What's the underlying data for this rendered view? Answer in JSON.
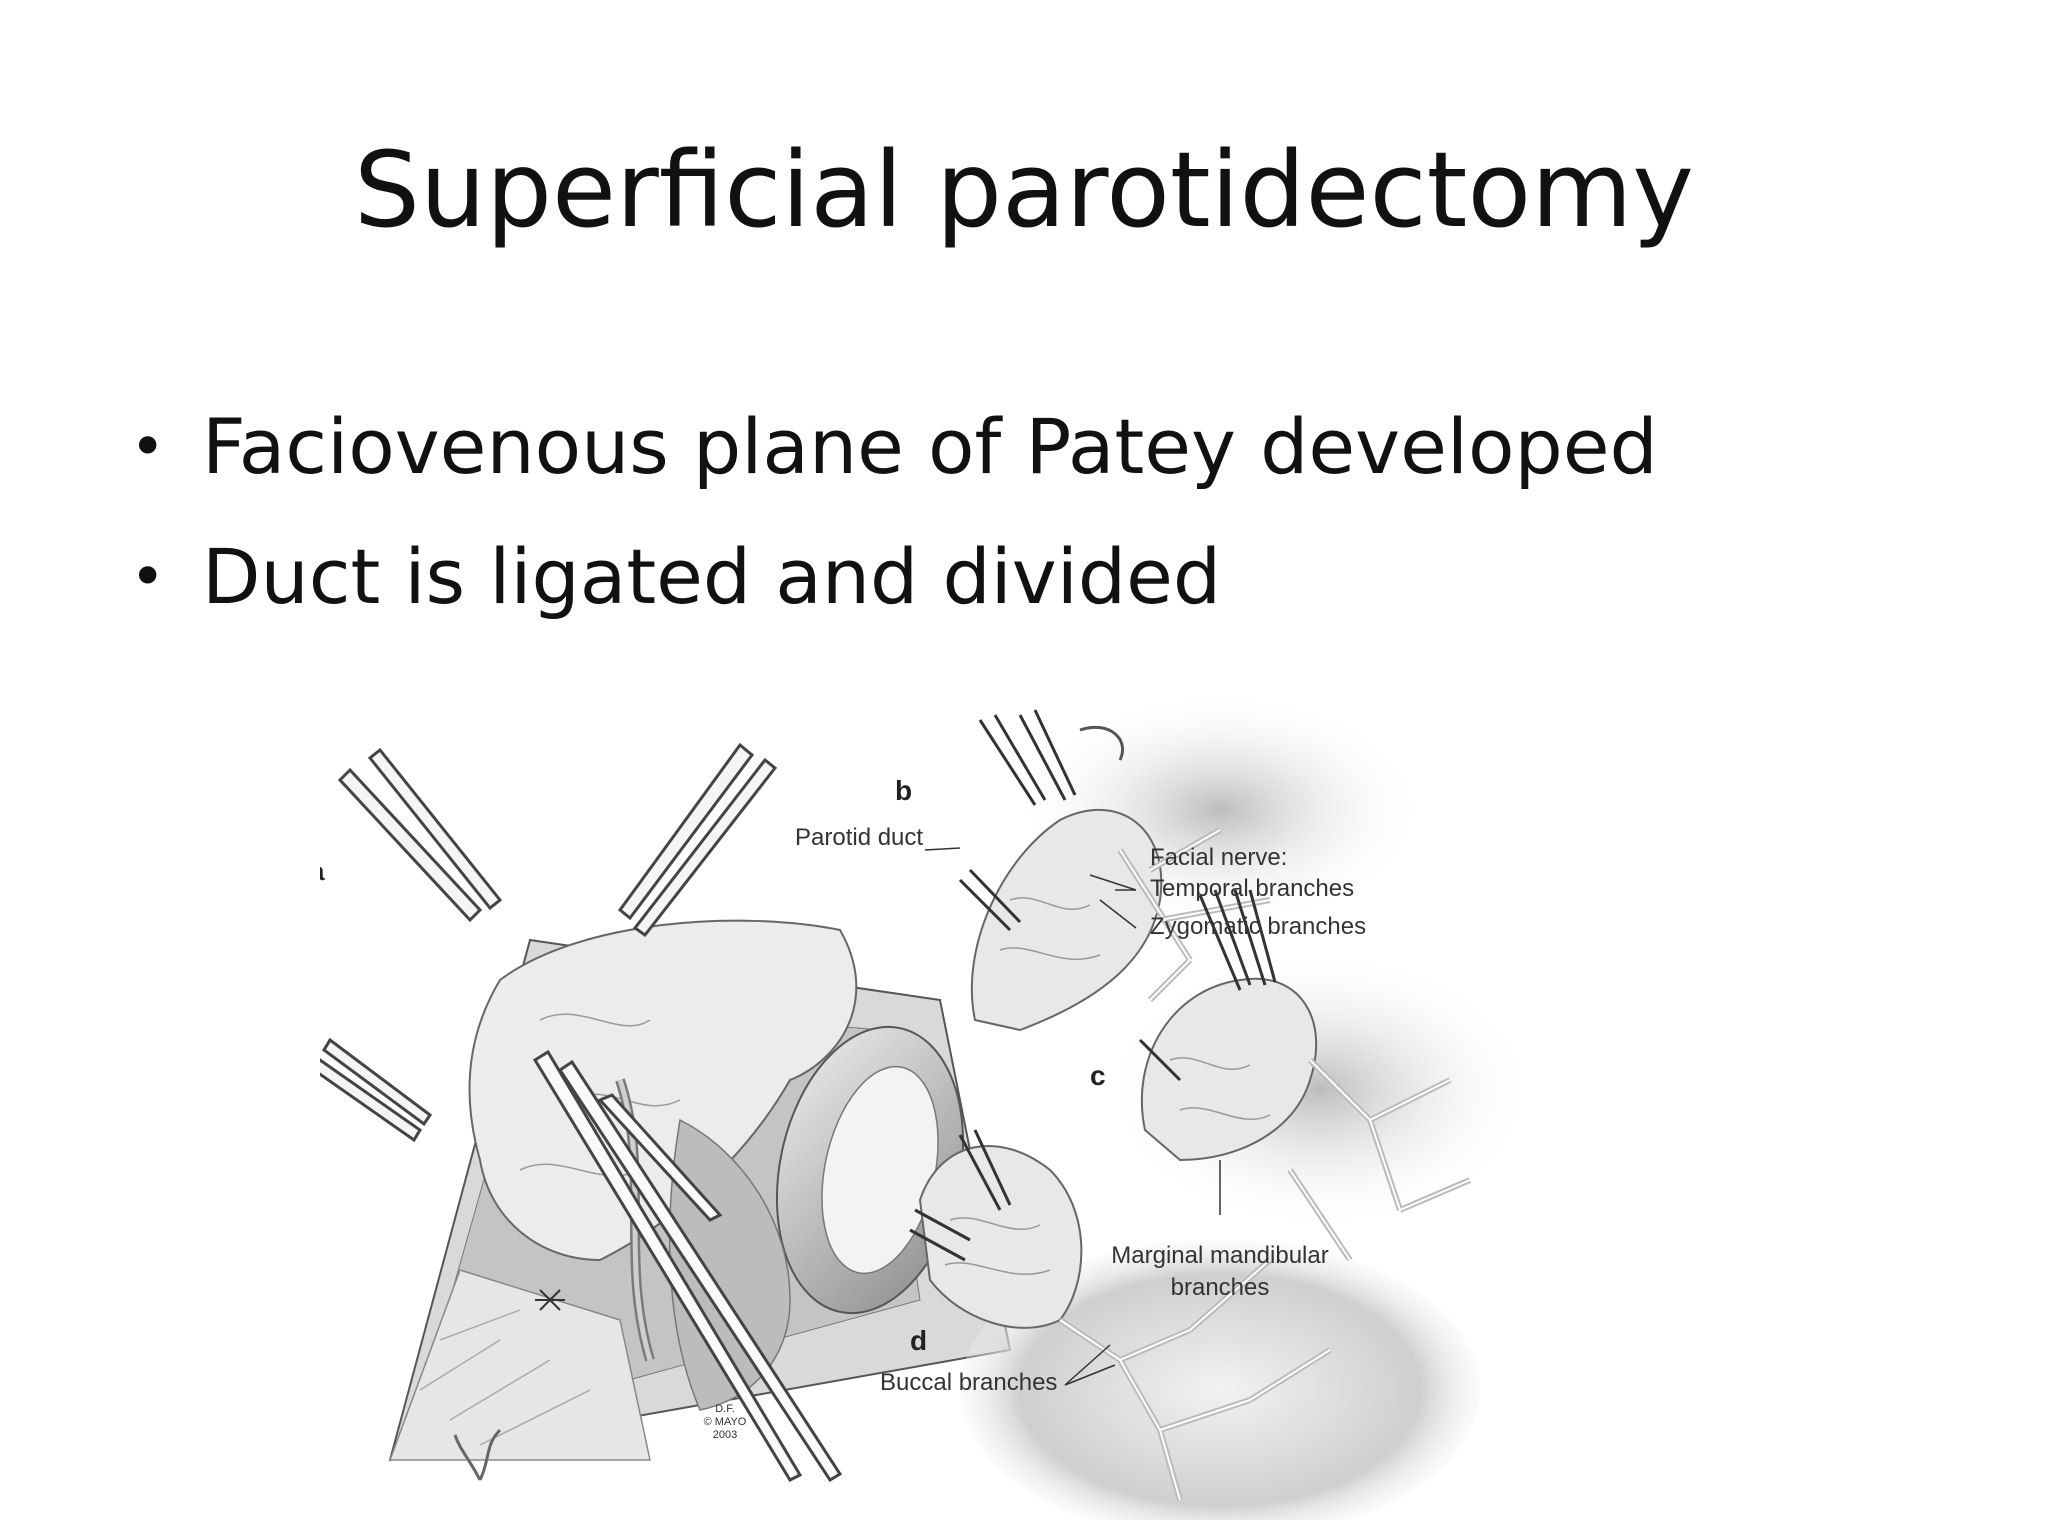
{
  "slide": {
    "title": "Superficial parotidectomy",
    "bullets": [
      "Faciovenous  plane of Patey developed",
      "Duct is ligated and divided"
    ]
  },
  "figure": {
    "panel_letters": [
      "a",
      "b",
      "c",
      "d"
    ],
    "labels": {
      "parotid_duct": "Parotid duct",
      "facial_nerve": "Facial nerve:",
      "temporal": "Temporal branches",
      "zygomatic": "Zygomatic branches",
      "marginal_1": "Marginal mandibular",
      "marginal_2": "branches",
      "buccal": "Buccal branches"
    },
    "credit": [
      "D.F.",
      "© MAYO",
      "2003"
    ]
  }
}
